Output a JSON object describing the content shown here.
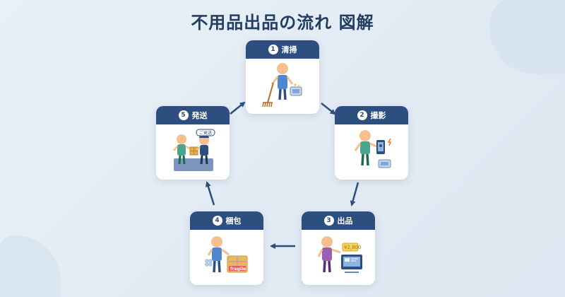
{
  "title": "不用品出品の流れ 図解",
  "colors": {
    "header": "#2d4f80",
    "arrow": "#2d4f80",
    "title": "#233d63"
  },
  "steps": [
    {
      "num": "1",
      "label": "清掃",
      "icon": "cleaning-person-icon"
    },
    {
      "num": "2",
      "label": "撮影",
      "icon": "photographing-person-icon"
    },
    {
      "num": "3",
      "label": "出品",
      "icon": "listing-person-icon"
    },
    {
      "num": "4",
      "label": "梱包",
      "icon": "packing-person-icon"
    },
    {
      "num": "5",
      "label": "発送",
      "icon": "shipping-person-icon"
    }
  ],
  "illustrations": {
    "price_tag": "¥2,800",
    "fragile_label": "fragile",
    "speech_bubble": "ご発送"
  }
}
